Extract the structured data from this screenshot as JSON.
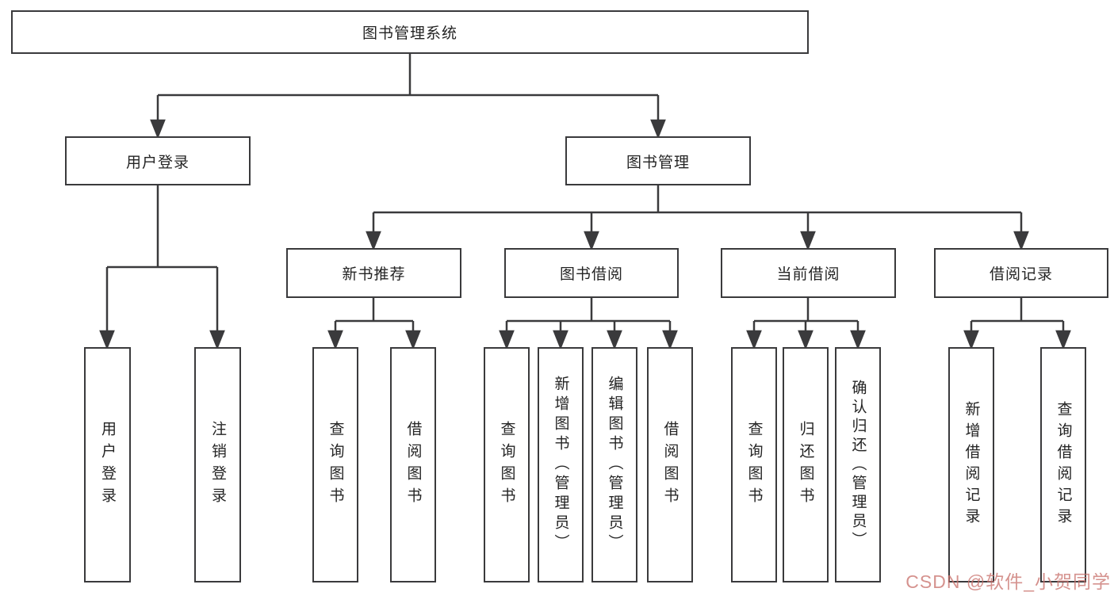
{
  "diagram": {
    "root": {
      "label": "图书管理系统"
    },
    "branches": [
      {
        "label": "用户登录",
        "children": [
          {
            "label": "用户登录"
          },
          {
            "label": "注销登录"
          }
        ]
      },
      {
        "label": "图书管理",
        "children": [
          {
            "label": "新书推荐",
            "children": [
              {
                "label": "查询图书"
              },
              {
                "label": "借阅图书"
              }
            ]
          },
          {
            "label": "图书借阅",
            "children": [
              {
                "label": "查询图书"
              },
              {
                "label": "新增图书（管理员）"
              },
              {
                "label": "编辑图书（管理员）"
              },
              {
                "label": "借阅图书"
              }
            ]
          },
          {
            "label": "当前借阅",
            "children": [
              {
                "label": "查询图书"
              },
              {
                "label": "归还图书"
              },
              {
                "label": "确认归还（管理员）"
              }
            ]
          },
          {
            "label": "借阅记录",
            "children": [
              {
                "label": "新增借阅记录"
              },
              {
                "label": "查询借阅记录"
              }
            ]
          }
        ]
      }
    ]
  },
  "watermark": {
    "text": "CSDN @软件_小贺同学"
  },
  "colors": {
    "line": "#3a3a3c",
    "node_border": "#3a3a3c",
    "node_text": "#242424",
    "background": "#ffffff",
    "watermark": "#c9736e"
  }
}
